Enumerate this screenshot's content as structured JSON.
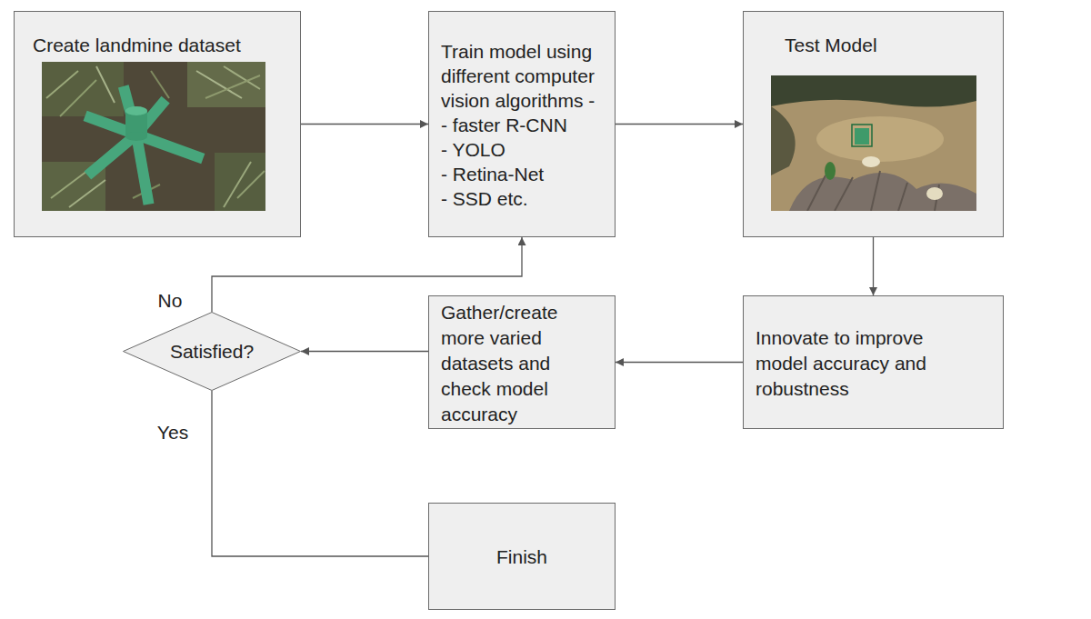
{
  "diagram": {
    "nodes": [
      {
        "text": [
          "Create landmine dataset"
        ]
      },
      {
        "text": [
          "Train model using different computer vision algorithms -",
          "- faster R-CNN",
          "- YOLO",
          "- Retina-Net",
          "- SSD etc."
        ]
      },
      {
        "text": [
          "Test Model"
        ]
      },
      {
        "text": [
          "Innovate to improve model accuracy and robustness"
        ]
      },
      {
        "text": [
          "Gather/create more varied datasets and check model accuracy"
        ]
      },
      {
        "text": [
          "Satisfied?"
        ]
      },
      {
        "text": [
          "Finish"
        ]
      }
    ],
    "edges": [
      {
        "from": 0,
        "to": 1,
        "arrow": "to"
      },
      {
        "from": 1,
        "to": 2,
        "arrow": "to"
      },
      {
        "from": 2,
        "to": 3,
        "arrow": "to"
      },
      {
        "from": 3,
        "to": 4,
        "arrow": "to"
      },
      {
        "from": 4,
        "to": 5,
        "arrow": "to"
      },
      {
        "from": 5,
        "to": 1,
        "label": "No",
        "arrow": "to"
      },
      {
        "from": 5,
        "to": 6,
        "label": "Yes",
        "arrow": "none"
      }
    ]
  }
}
